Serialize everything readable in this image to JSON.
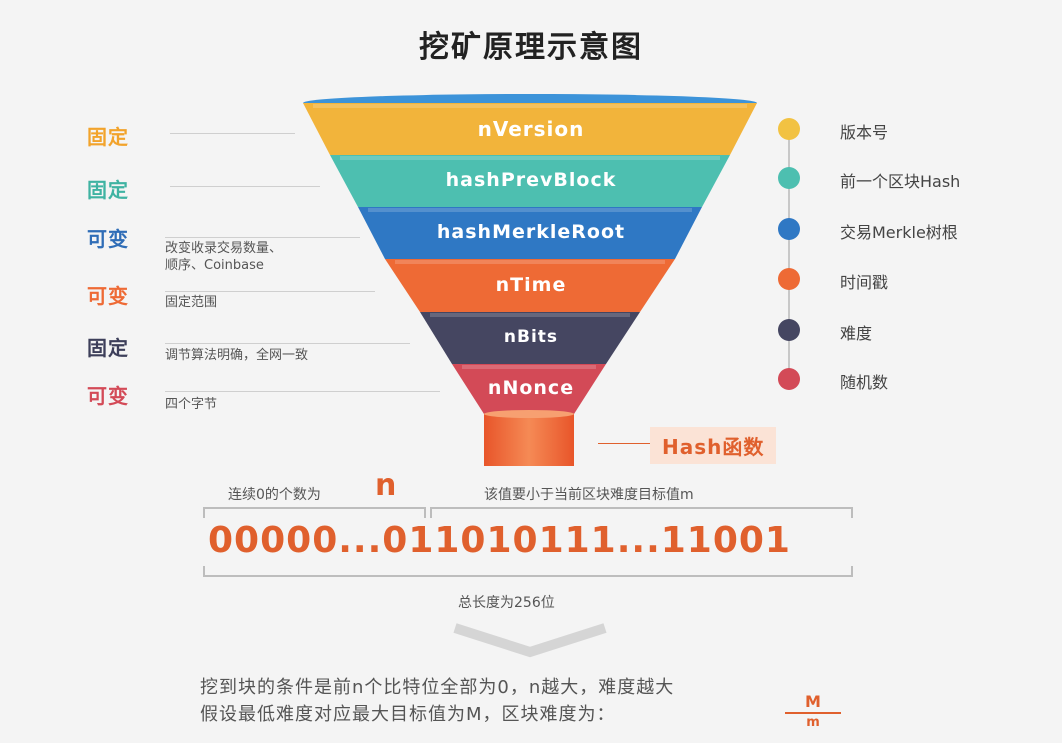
{
  "title": "挖矿原理示意图",
  "funnel_layers": [
    {
      "label": "nVersion",
      "color": "#f2b43b"
    },
    {
      "label": "hashPrevBlock",
      "color": "#4dbfb0"
    },
    {
      "label": "hashMerkleRoot",
      "color": "#2f78c4"
    },
    {
      "label": "nTime",
      "color": "#ee6a35"
    },
    {
      "label": "nBits",
      "color": "#454661"
    },
    {
      "label": "nNonce",
      "color": "#d34a57"
    }
  ],
  "left_status": [
    {
      "label": "固定",
      "color": "#f2a32b"
    },
    {
      "label": "固定",
      "color": "#3fb3a2"
    },
    {
      "label": "可变",
      "color": "#2f6db7"
    },
    {
      "label": "可变",
      "color": "#ee6a35"
    },
    {
      "label": "固定",
      "color": "#3d3f5a"
    },
    {
      "label": "可变",
      "color": "#d34a57"
    }
  ],
  "notes": {
    "merkle_line1": "改变收录交易数量、",
    "merkle_line2": "顺序、Coinbase",
    "time": "固定范围",
    "bits": "调节算法明确，全网一致",
    "nonce": "四个字节"
  },
  "legend": [
    {
      "label": "版本号",
      "color": "#f2c242"
    },
    {
      "label": "前一个区块Hash",
      "color": "#4dbfb0"
    },
    {
      "label": "交易Merkle树根",
      "color": "#2f78c4"
    },
    {
      "label": "时间戳",
      "color": "#ee6a35"
    },
    {
      "label": "难度",
      "color": "#454661"
    },
    {
      "label": "随机数",
      "color": "#d34a57"
    }
  ],
  "hash_function": "Hash函数",
  "zeros_label": "连续0的个数为",
  "zeros_var": "n",
  "value_label": "该值要小于当前区块难度目标值m",
  "binary": "00000...011010111...11001",
  "length_label": "总长度为256位",
  "bottom_line1": "挖到块的条件是前n个比特位全部为0，n越大，难度越大",
  "bottom_line2": "假设最低难度对应最大目标值为M，区块难度为：",
  "fraction": {
    "numerator": "M",
    "denominator": "m"
  }
}
